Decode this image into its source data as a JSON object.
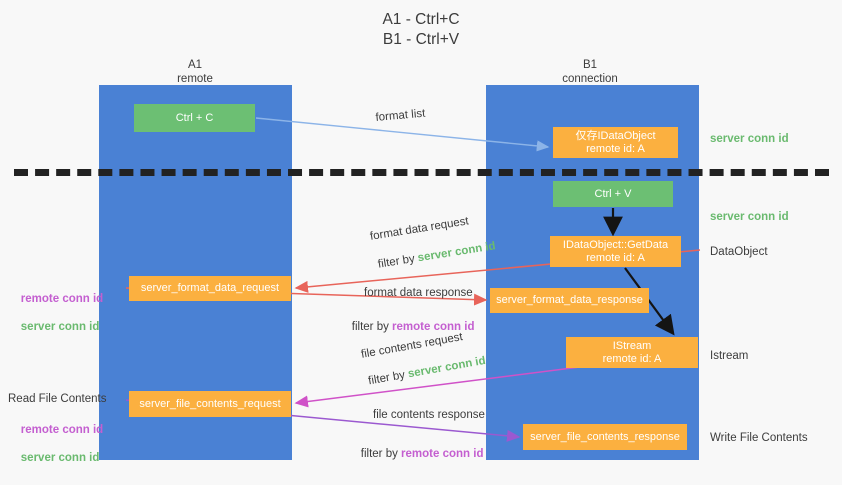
{
  "title": "A1 - Ctrl+C\nB1 - Ctrl+V",
  "columns": {
    "left": {
      "name": "A1",
      "role": "remote",
      "header": "A1\nremote"
    },
    "right": {
      "name": "B1",
      "role": "connection",
      "header": "B1\nconnection"
    }
  },
  "nodes": {
    "ctrl_c": "Ctrl + C",
    "store_idataobject": "仅存IDataObject\nremote id: A",
    "ctrl_v": "Ctrl + V",
    "getdata": "IDataObject::GetData\nremote id: A",
    "istream": "IStream\nremote id: A",
    "server_format_data_request": "server_format_data_request",
    "server_format_data_response": "server_format_data_response",
    "server_file_contents_request": "server_file_contents_request",
    "server_file_contents_response": "server_file_contents_response"
  },
  "captions": {
    "format_list": "format list",
    "format_data_request": "format data request",
    "format_data_request_filter_prefix": "filter by ",
    "format_data_request_filter_value": "server conn id",
    "format_data_response": "format data response",
    "format_data_response_filter_prefix": "filter by ",
    "format_data_response_filter_value": "remote conn id",
    "file_contents_request": "file contents request",
    "file_contents_request_filter_prefix": "filter by ",
    "file_contents_request_filter_value": "server conn id",
    "file_contents_response": "file contents response",
    "file_contents_response_filter_prefix": "filter by ",
    "file_contents_response_filter_value": "remote conn id"
  },
  "side_labels": {
    "server_conn_id_top": "server conn id",
    "server_conn_id_mid": "server conn id",
    "dataobject": "DataObject",
    "istream": "Istream",
    "write_file_contents": "Write File Contents"
  },
  "left_labels": {
    "remote_conn_id_1": "remote conn id",
    "server_conn_id_1": "server conn id",
    "read_file_contents": "Read File Contents",
    "remote_conn_id_2": "remote conn id",
    "server_conn_id_2": "server conn id"
  },
  "colors": {
    "lane_blue": "#4a81d4",
    "node_green": "#6cbf73",
    "node_orange": "#fbb040",
    "server_conn_id_green": "#6aba6f",
    "remote_conn_id_purple": "#c45fd0",
    "arrow_light_blue": "#8cb4e8",
    "arrow_red": "#e8645a",
    "arrow_magenta": "#d052c8",
    "arrow_purple": "#9b59d0",
    "arrow_black": "#141414",
    "background": "#f8f8f8"
  }
}
